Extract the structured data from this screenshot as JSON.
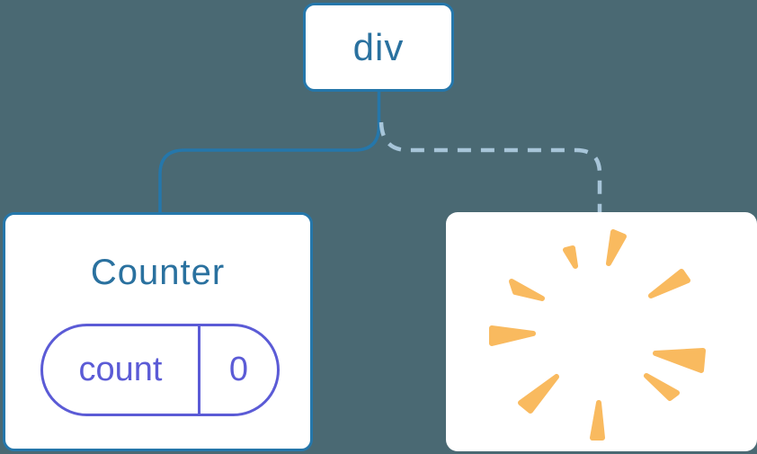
{
  "diagram": {
    "root": {
      "label": "div"
    },
    "counter": {
      "title": "Counter",
      "state_key": "count",
      "state_value": "0"
    },
    "removed_node": {
      "content": "poof-burst"
    },
    "edges": [
      {
        "from": "div",
        "to": "Counter",
        "style": "solid"
      },
      {
        "from": "div",
        "to": "removed",
        "style": "dashed"
      }
    ],
    "colors": {
      "background": "#4a6973",
      "node_bg": "#ffffff",
      "node_border": "#2577ab",
      "edge_solid": "#2577ab",
      "edge_dashed": "#a7c5d9",
      "label_blue": "#2a719f",
      "state_purple": "#5b5bd6",
      "poof_orange": "#f9ba5f"
    }
  }
}
